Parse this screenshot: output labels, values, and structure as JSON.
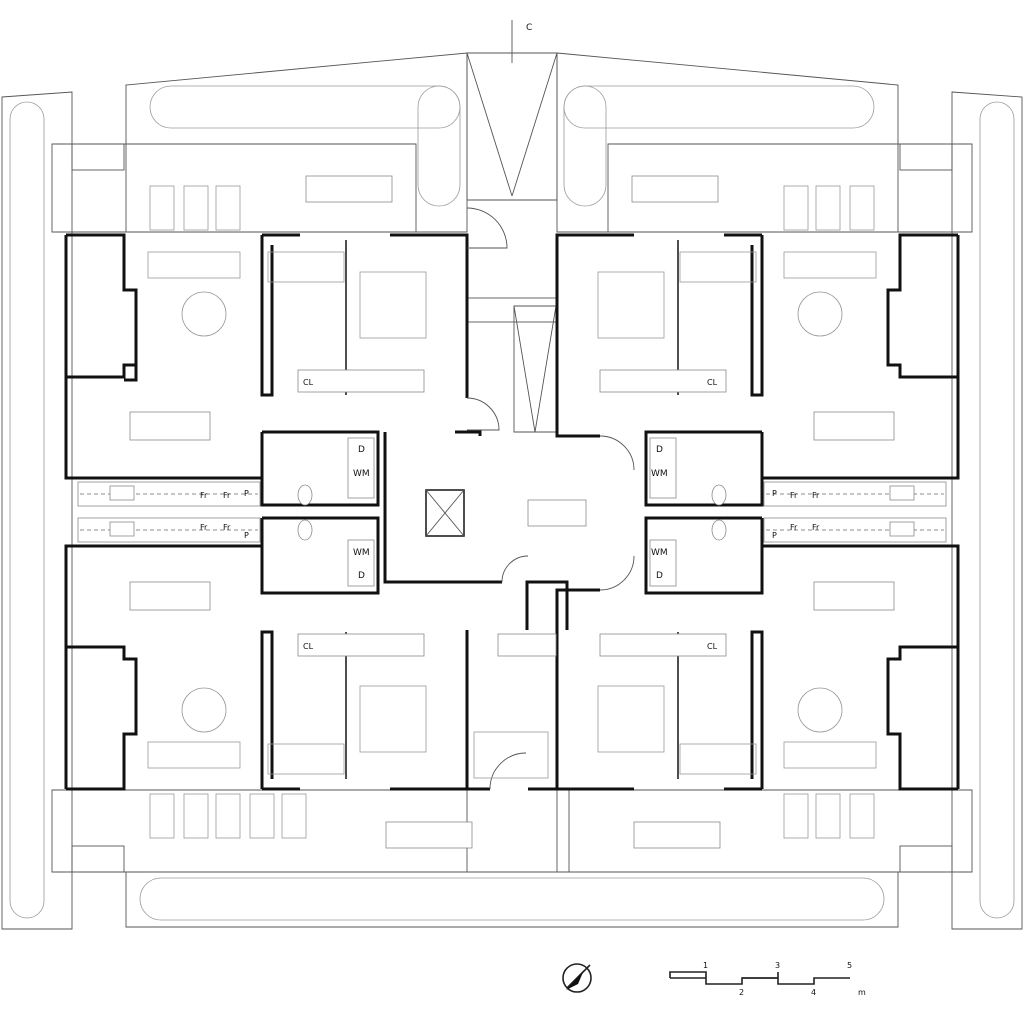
{
  "section_marker": "C",
  "labels": {
    "closet": "CL",
    "dryer": "D",
    "washing_machine": "WM",
    "fridge": "Fr",
    "pantry": "P"
  },
  "scale_bar": {
    "ticks_top": [
      "1",
      "3",
      "5"
    ],
    "ticks_bottom": [
      "2",
      "4"
    ],
    "unit": "m"
  },
  "north_arrow": {
    "icon": "north-arrow-icon"
  }
}
